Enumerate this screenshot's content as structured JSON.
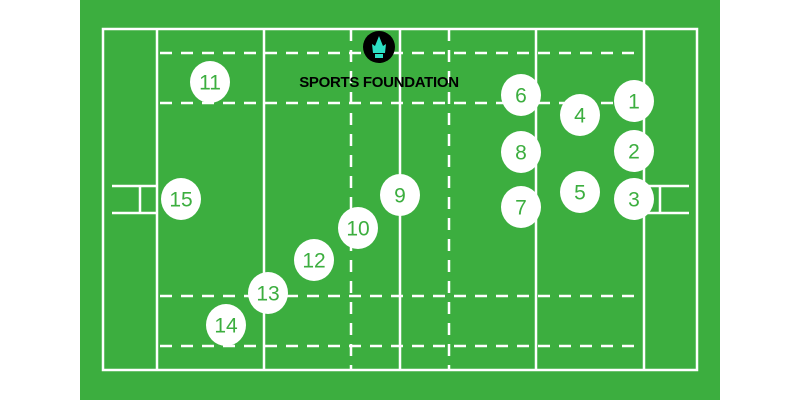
{
  "brand": {
    "name": "SPORTS FOUNDATION",
    "icon": "torch-icon",
    "icon_color": "#2de0c4"
  },
  "colors": {
    "pitch": "#3cae3f",
    "lines": "#ffffff",
    "page": "#ffffff"
  },
  "players": [
    "1",
    "2",
    "3",
    "4",
    "5",
    "6",
    "7",
    "8",
    "9",
    "10",
    "11",
    "12",
    "13",
    "14",
    "15"
  ]
}
